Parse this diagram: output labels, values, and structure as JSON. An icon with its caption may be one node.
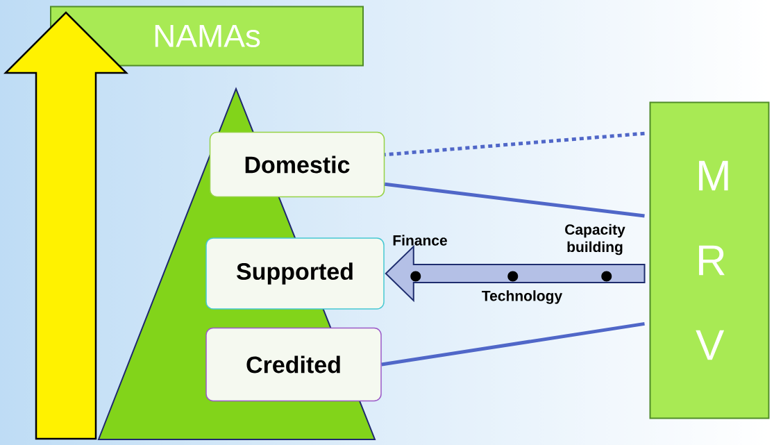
{
  "diagram": {
    "nodes": [
      {
        "text": [
          "NAMAs"
        ]
      },
      {
        "text": [
          "Domestic"
        ]
      },
      {
        "text": [
          "Supported"
        ]
      },
      {
        "text": [
          "Credited"
        ]
      },
      {
        "text": [
          "M R V"
        ]
      }
    ],
    "edges": [
      {
        "from": 4,
        "to": 1,
        "arrow": "none",
        "style": "dashed"
      },
      {
        "from": 4,
        "to": 1,
        "arrow": "none"
      },
      {
        "from": 4,
        "to": 2,
        "arrow": "to",
        "style": "thick"
      },
      {
        "from": 4,
        "to": 3,
        "arrow": "none"
      }
    ],
    "labels": [
      "Finance",
      "Capacity building",
      "Technology"
    ]
  }
}
